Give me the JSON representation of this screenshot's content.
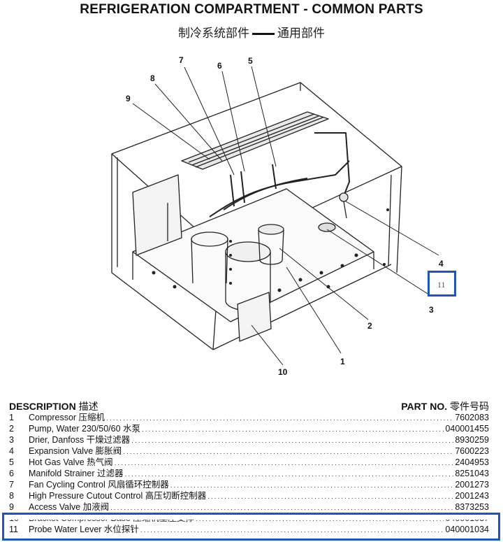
{
  "header": {
    "title": "REFRIGERATION COMPARTMENT - COMMON PARTS",
    "subtitle_left": "制冷系统部件",
    "subtitle_right": "通用部件"
  },
  "callouts": {
    "c1": "1",
    "c2": "2",
    "c3": "3",
    "c4": "4",
    "c5": "5",
    "c6": "6",
    "c7": "7",
    "c8": "8",
    "c9": "9",
    "c10": "10",
    "c11": "11"
  },
  "table": {
    "description_label": "DESCRIPTION",
    "description_label_cn": "描述",
    "partno_label": "PART NO.",
    "partno_label_cn": "零件号码",
    "rows": [
      {
        "num": "1",
        "name": "Compressor 压缩机",
        "part": "7602083"
      },
      {
        "num": "2",
        "name": "Pump, Water 230/50/60 水泵",
        "part": "040001455"
      },
      {
        "num": "3",
        "name": "Drier, Danfoss 干燥过滤器",
        "part": "8930259"
      },
      {
        "num": "4",
        "name": "Expansion Valve 膨胀阀",
        "part": "7600223"
      },
      {
        "num": "5",
        "name": "Hot Gas Valve 热气阀",
        "part": "2404953"
      },
      {
        "num": "6",
        "name": "Manifold Strainer 过滤器",
        "part": "8251043"
      },
      {
        "num": "7",
        "name": "Fan Cycling Control 风扇循环控制器",
        "part": "2001273"
      },
      {
        "num": "8",
        "name": "High Pressure Cutout Control 高压切断控制器",
        "part": "2001243"
      },
      {
        "num": "9",
        "name": "Access Valve 加液阀",
        "part": "8373253"
      },
      {
        "num": "10",
        "name": "Bracket Compressor Base 压缩机基座支撑",
        "part": "040001037"
      },
      {
        "num": "11",
        "name": "Probe Water Lever 水位探针",
        "part": "040001034"
      }
    ]
  }
}
